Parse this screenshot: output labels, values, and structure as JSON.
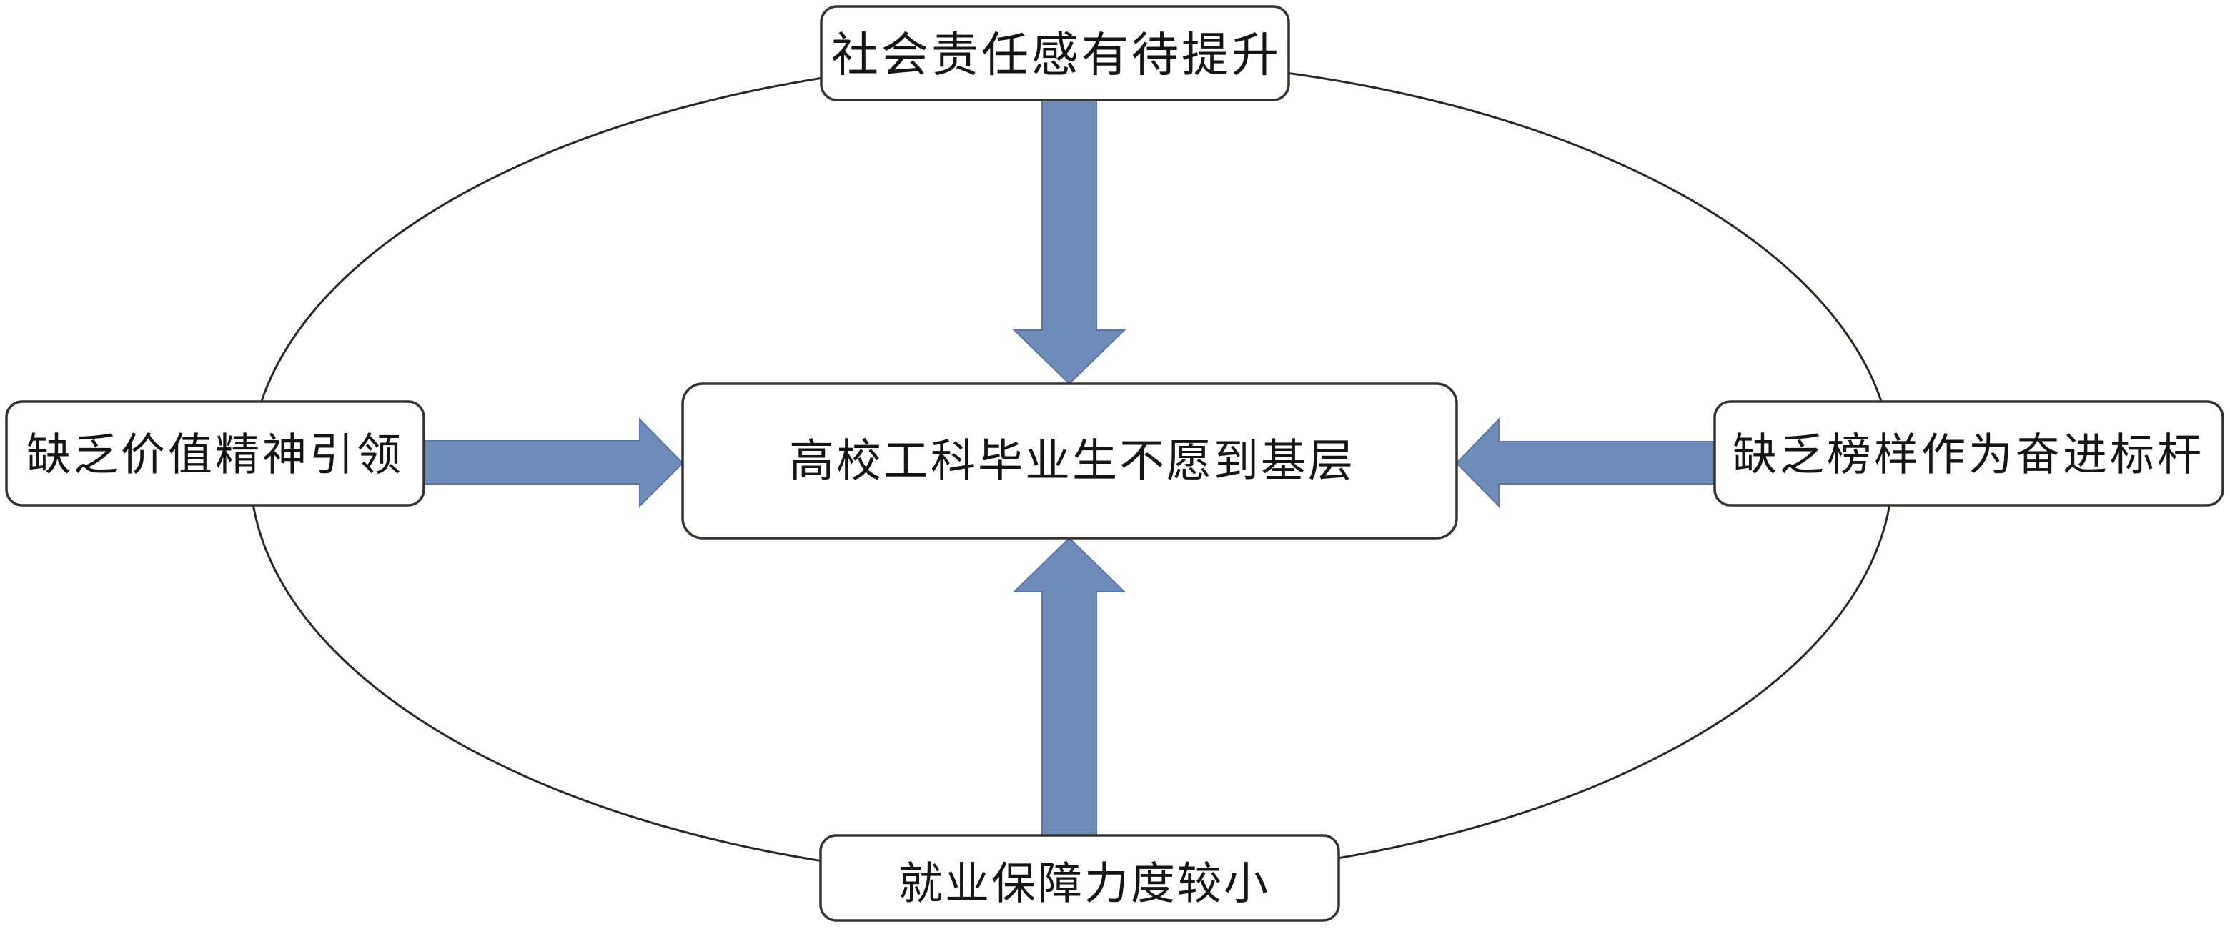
{
  "diagram": {
    "type": "cause-effect",
    "colors": {
      "arrow_fill": "#6E8CBA",
      "box_border": "#36322E",
      "ellipse_stroke": "#2A2624",
      "background": "#FFFFFF"
    },
    "center_node": {
      "label": "高校工科毕业生不愿到基层"
    },
    "cause_nodes": {
      "top": {
        "label": "社会责任感有待提升",
        "arrow_direction": "down"
      },
      "left": {
        "label": "缺乏价值精神引领",
        "arrow_direction": "right"
      },
      "right": {
        "label": "缺乏榜样作为奋进标杆",
        "arrow_direction": "left"
      },
      "bottom": {
        "label": "就业保障力度较小",
        "arrow_direction": "up"
      }
    }
  }
}
